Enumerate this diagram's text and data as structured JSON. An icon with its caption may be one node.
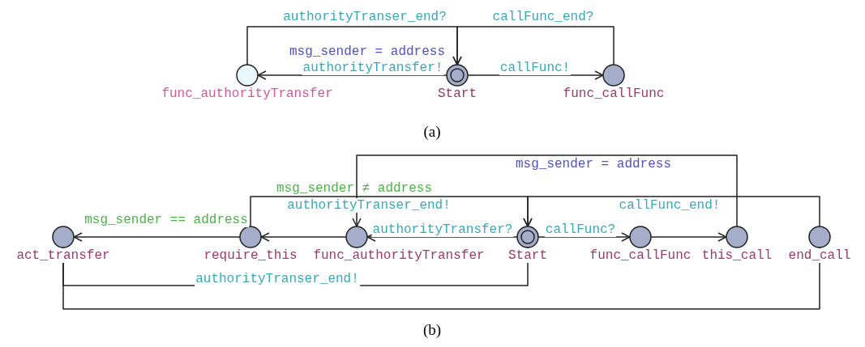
{
  "diagram": {
    "nodes": [
      {
        "text": [],
        "shape": "circle",
        "beside": [
          "func_authorityTransfer"
        ]
      },
      {
        "text": [],
        "shape": "circle",
        "beside": [
          "Start"
        ]
      },
      {
        "text": [],
        "shape": "circle",
        "beside": [
          "func_callFunc"
        ]
      },
      {
        "text": [],
        "shape": "circle",
        "beside": [
          "act_transfer"
        ]
      },
      {
        "text": [],
        "shape": "circle",
        "beside": [
          "require_this"
        ]
      },
      {
        "text": [],
        "shape": "circle",
        "beside": [
          "func_authorityTransfer"
        ]
      },
      {
        "text": [],
        "shape": "circle",
        "beside": [
          "Start"
        ]
      },
      {
        "text": [],
        "shape": "circle",
        "beside": [
          "func_callFunc"
        ]
      },
      {
        "text": [],
        "shape": "circle",
        "beside": [
          "this_call"
        ]
      },
      {
        "text": [],
        "shape": "circle",
        "beside": [
          "end_call"
        ]
      }
    ],
    "edges": [
      {
        "from": 1,
        "to": 0,
        "arrow": "to",
        "label": "authorityTransfer!"
      },
      {
        "from": 0,
        "to": 1,
        "arrow": "to",
        "label": "authorityTranser_end?"
      },
      {
        "from": 1,
        "to": 2,
        "arrow": "to",
        "label": "callFunc!"
      },
      {
        "from": 2,
        "to": 1,
        "arrow": "to",
        "label": "callFunc_end?"
      },
      {
        "from": 6,
        "to": 5,
        "arrow": "to",
        "label": "authorityTransfer?"
      },
      {
        "from": 5,
        "to": 4,
        "arrow": "to"
      },
      {
        "from": 4,
        "to": 3,
        "arrow": "to",
        "label": "msg_sender == address"
      },
      {
        "from": 4,
        "to": 6,
        "arrow": "to",
        "label": "authorityTranser_end!"
      },
      {
        "from": 8,
        "to": 5,
        "arrow": "to",
        "label": "msg_sender = address"
      },
      {
        "from": 6,
        "to": 7,
        "arrow": "to",
        "label": "callFunc?"
      },
      {
        "from": 7,
        "to": 8,
        "arrow": "to"
      },
      {
        "from": 9,
        "to": 6,
        "arrow": "to",
        "label": "callFunc_end!"
      },
      {
        "from": 3,
        "to": 6,
        "arrow": "to",
        "label": "authorityTranser_end!"
      },
      {
        "from": 3,
        "to": 9,
        "arrow": "to"
      }
    ],
    "labels": [
      "msg_sender = address",
      "(a)",
      "msg_sender ≠ address",
      "(b)"
    ]
  }
}
